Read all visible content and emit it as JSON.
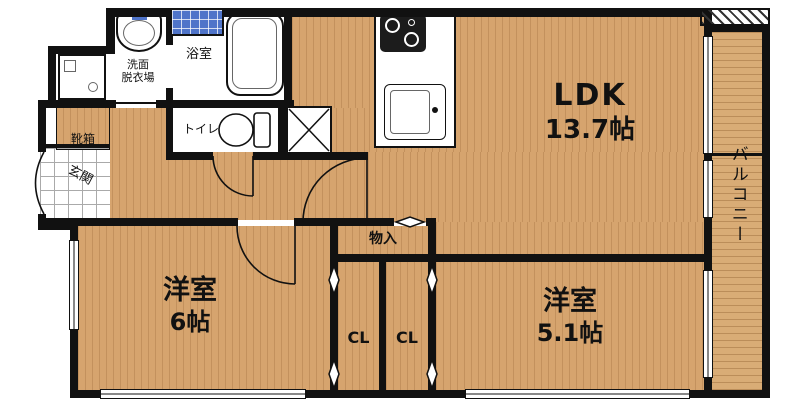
{
  "colors": {
    "wall": "#111111",
    "floor_tan": "#d6a46e",
    "balcony_tan": "#d9ac76",
    "tile_blue": "#4f74c9"
  },
  "rooms": {
    "ldk": {
      "label": "LDK",
      "size": "13.7帖"
    },
    "balcony": {
      "label": "バルコニー"
    },
    "bedroom_west": {
      "label": "洋室",
      "size": "6帖"
    },
    "bedroom_south": {
      "label": "洋室",
      "size": "5.1帖"
    },
    "bath": {
      "label": "浴室"
    },
    "washroom": {
      "line1": "洗面",
      "line2": "脱衣場"
    },
    "toilet": {
      "label": "トイレ"
    },
    "entrance": {
      "label": "玄関"
    },
    "shoe_box": {
      "label": "靴箱"
    },
    "storage": {
      "label": "物入"
    },
    "closet_left": {
      "label": "CL"
    },
    "closet_right": {
      "label": "CL"
    }
  }
}
